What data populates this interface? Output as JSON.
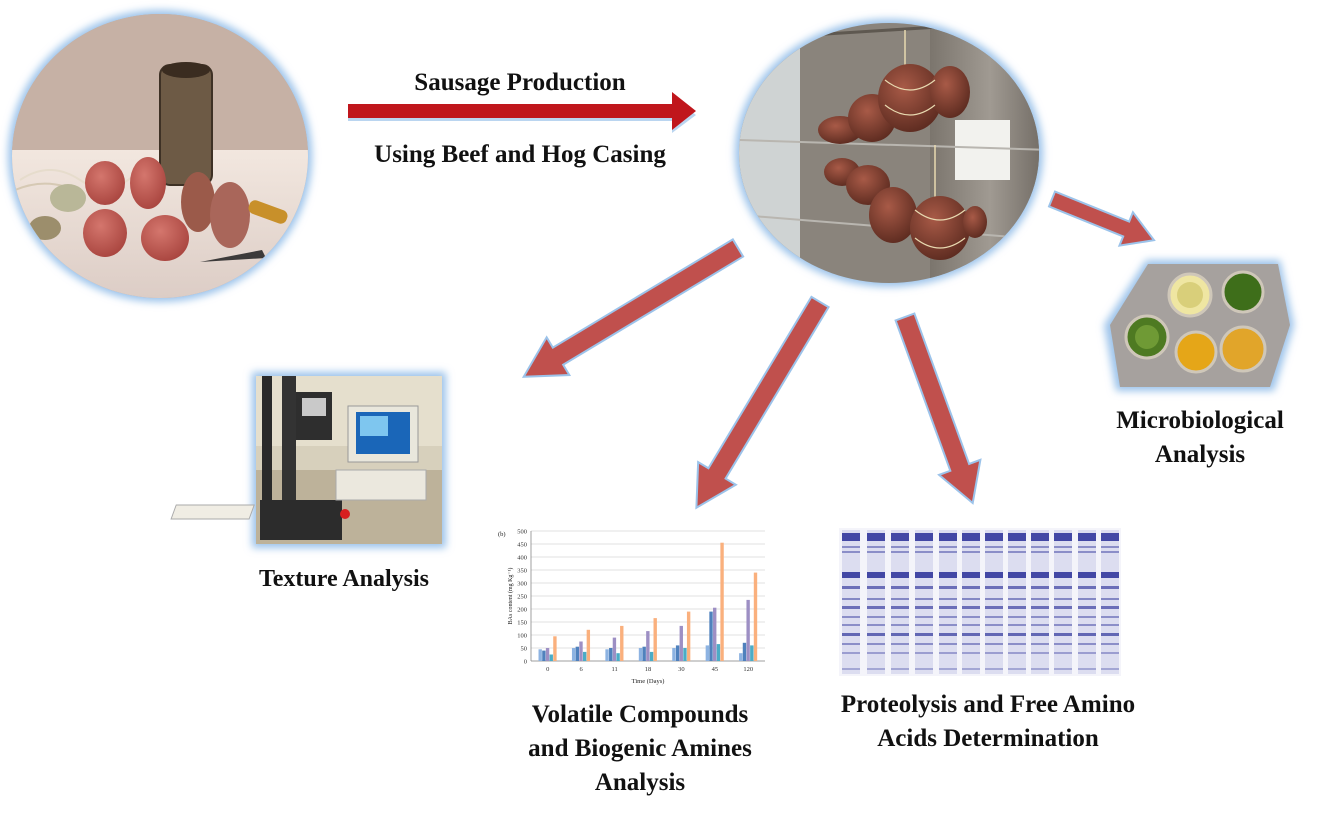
{
  "labels": {
    "top_arrow_line1": "Sausage Production",
    "top_arrow_line2": "Using Beef and Hog Casing",
    "texture": "Texture Analysis",
    "volatile_line1": "Volatile Compounds",
    "volatile_line2": "and Biogenic Amines",
    "volatile_line3": "Analysis",
    "proteolysis_line1": "Proteolysis and Free Amino",
    "proteolysis_line2": "Acids Determination",
    "micro_line1": "Microbiological",
    "micro_line2": "Analysis"
  },
  "colors": {
    "arrow_red": "#c0161c",
    "arrow_big_red": "#c0504d",
    "photo_glow": "#9cc3ea"
  },
  "chart_data": {
    "type": "bar",
    "panel_label": "(b)",
    "xlabel": "Time (Days)",
    "ylabel": "BAs content (mg Kg⁻¹)",
    "ylim": [
      0,
      500
    ],
    "yticks": [
      0,
      50,
      100,
      150,
      200,
      250,
      300,
      350,
      400,
      450,
      500
    ],
    "categories": [
      "0",
      "6",
      "11",
      "18",
      "30",
      "45",
      "120"
    ],
    "series": [
      {
        "color": "#8db3e2",
        "values": [
          45,
          50,
          45,
          50,
          50,
          60,
          30
        ]
      },
      {
        "color": "#4f81bd",
        "values": [
          40,
          55,
          50,
          55,
          60,
          190,
          70
        ]
      },
      {
        "color": "#9d8fc4",
        "values": [
          50,
          75,
          90,
          115,
          135,
          205,
          235
        ]
      },
      {
        "color": "#4bacc6",
        "values": [
          25,
          35,
          30,
          35,
          50,
          65,
          60
        ]
      },
      {
        "color": "#fab07d",
        "values": [
          95,
          120,
          135,
          165,
          190,
          455,
          340
        ]
      }
    ]
  }
}
